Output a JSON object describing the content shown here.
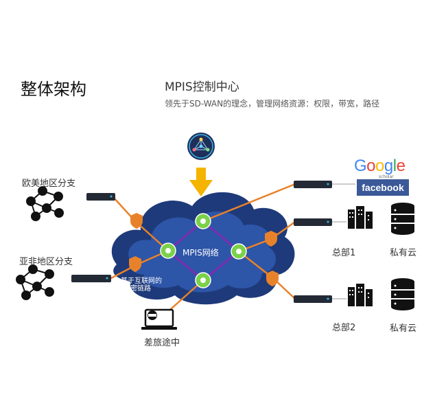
{
  "page_title": "整体架构",
  "control_center": {
    "title": "MPIS控制中心",
    "subtitle": "领先于SD-WAN的理念，管理网络资源：权限，带宽，路径"
  },
  "cloud": {
    "network_label": "MPIS网络",
    "link_label_line1": "基于互联网的",
    "link_label_line2": "加密链路"
  },
  "branches": {
    "europe": "欧美地区分支",
    "asia_africa": "亚非地区分支"
  },
  "travel": "差旅途中",
  "headquarters": [
    {
      "name": "总部1",
      "cloud": "私有云"
    },
    {
      "name": "总部2",
      "cloud": "私有云"
    }
  ],
  "services": {
    "google": [
      "G",
      "o",
      "o",
      "g",
      "l",
      "e"
    ],
    "google_sub": "scholar",
    "facebook": "facebook"
  },
  "colors": {
    "cloud_outer": "#1e3a7a",
    "cloud_inner": "#2d55a8",
    "link": "#e8822a",
    "mesh": "#7a2fb0",
    "node": "#7bd14a",
    "shield": "#e8822a",
    "arrow": "#f4b400"
  }
}
